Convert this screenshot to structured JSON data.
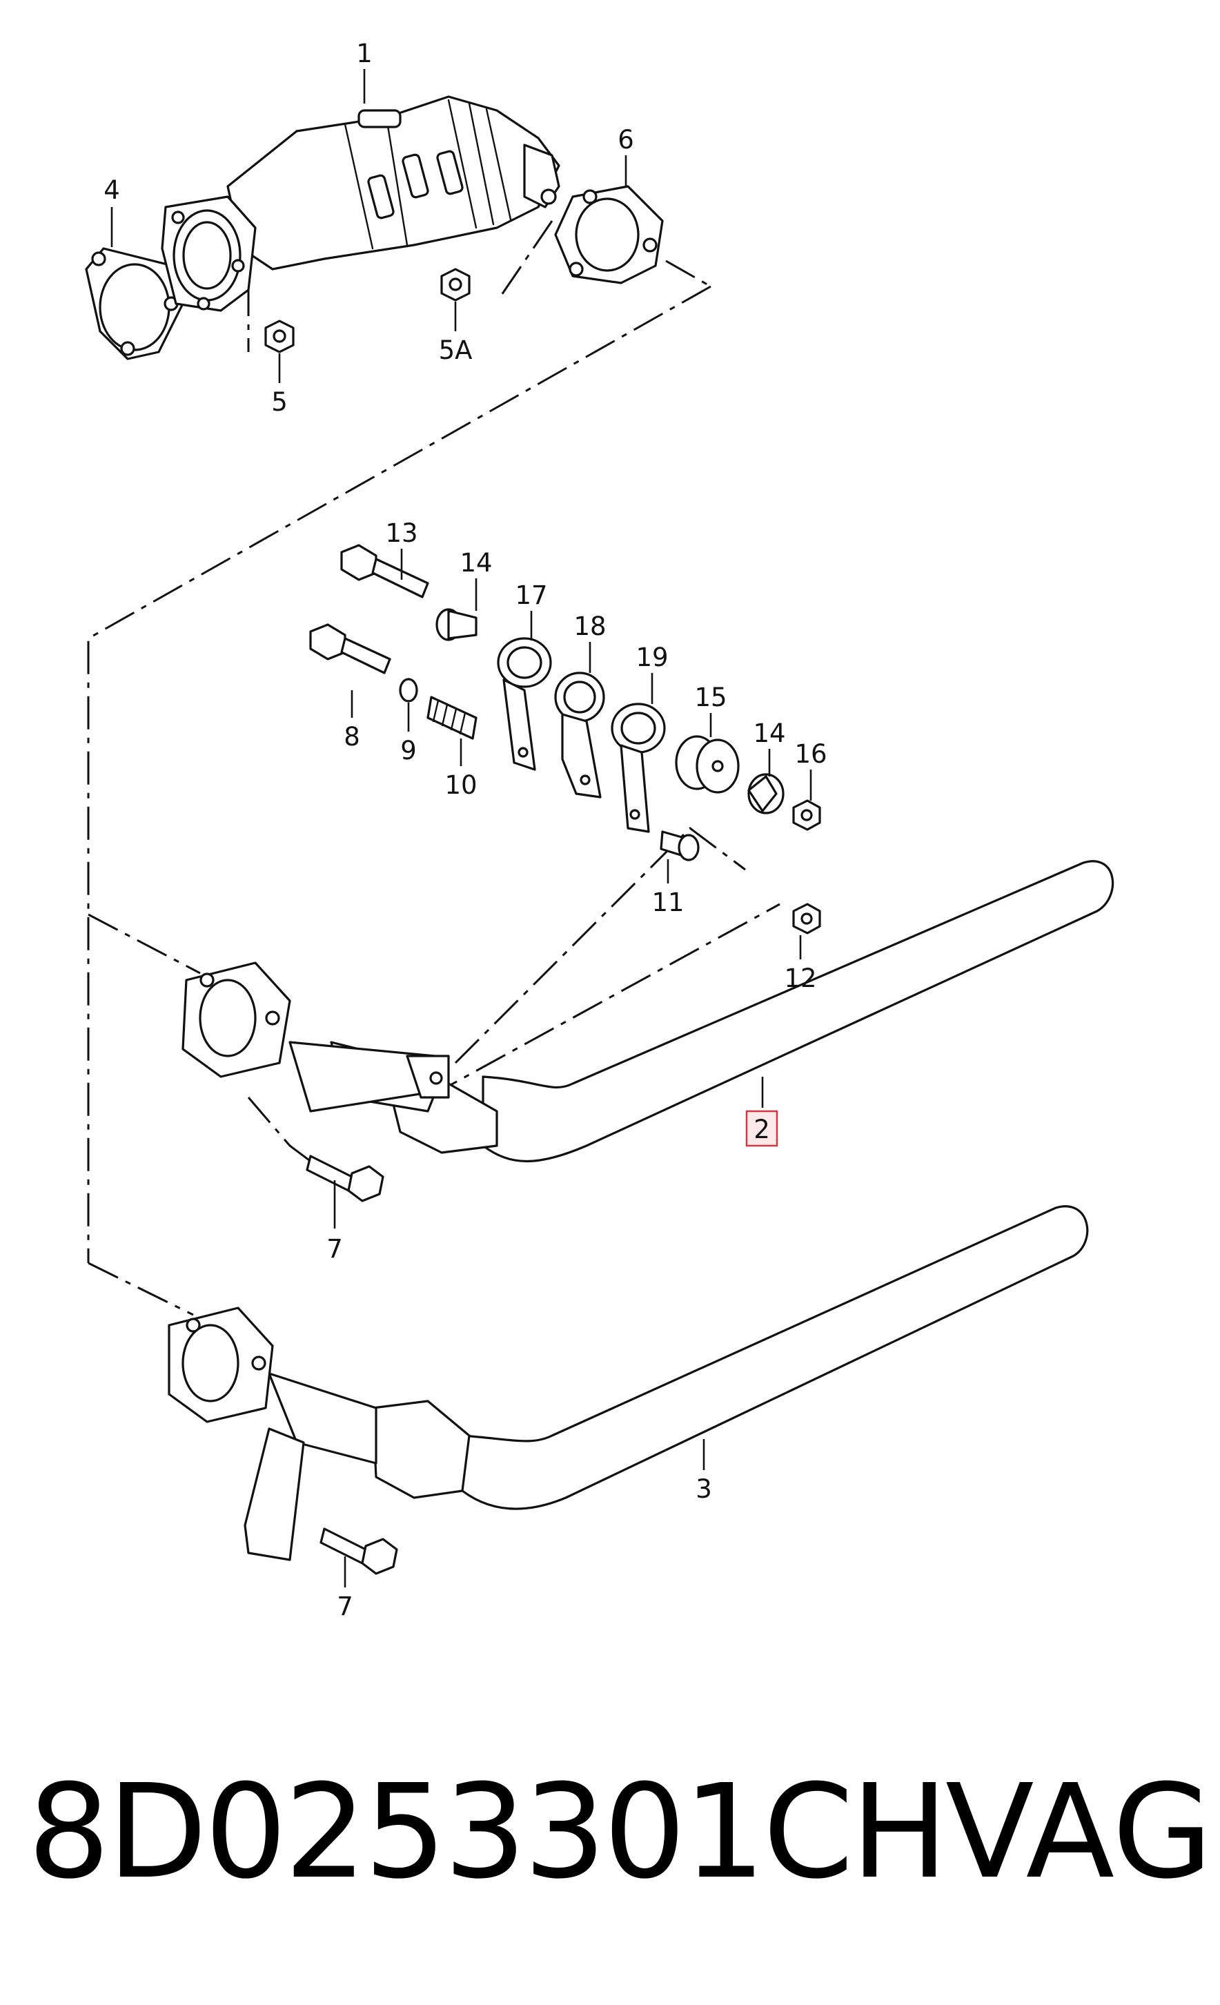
{
  "diagram": {
    "callouts": [
      {
        "id": "c1",
        "text": "1"
      },
      {
        "id": "c2",
        "text": "2",
        "highlighted": true
      },
      {
        "id": "c3",
        "text": "3"
      },
      {
        "id": "c4",
        "text": "4"
      },
      {
        "id": "c5",
        "text": "5"
      },
      {
        "id": "c5a",
        "text": "5A"
      },
      {
        "id": "c6",
        "text": "6"
      },
      {
        "id": "c7a",
        "text": "7"
      },
      {
        "id": "c7b",
        "text": "7"
      },
      {
        "id": "c8",
        "text": "8"
      },
      {
        "id": "c9",
        "text": "9"
      },
      {
        "id": "c10",
        "text": "10"
      },
      {
        "id": "c11",
        "text": "11"
      },
      {
        "id": "c12",
        "text": "12"
      },
      {
        "id": "c13",
        "text": "13"
      },
      {
        "id": "c14a",
        "text": "14"
      },
      {
        "id": "c14b",
        "text": "14"
      },
      {
        "id": "c15",
        "text": "15"
      },
      {
        "id": "c16",
        "text": "16"
      },
      {
        "id": "c17",
        "text": "17"
      },
      {
        "id": "c18",
        "text": "18"
      },
      {
        "id": "c19",
        "text": "19"
      }
    ],
    "highlight_color": "#e0303a"
  },
  "footer": {
    "part_number": "8D0253301CH",
    "brand": "VAG"
  }
}
